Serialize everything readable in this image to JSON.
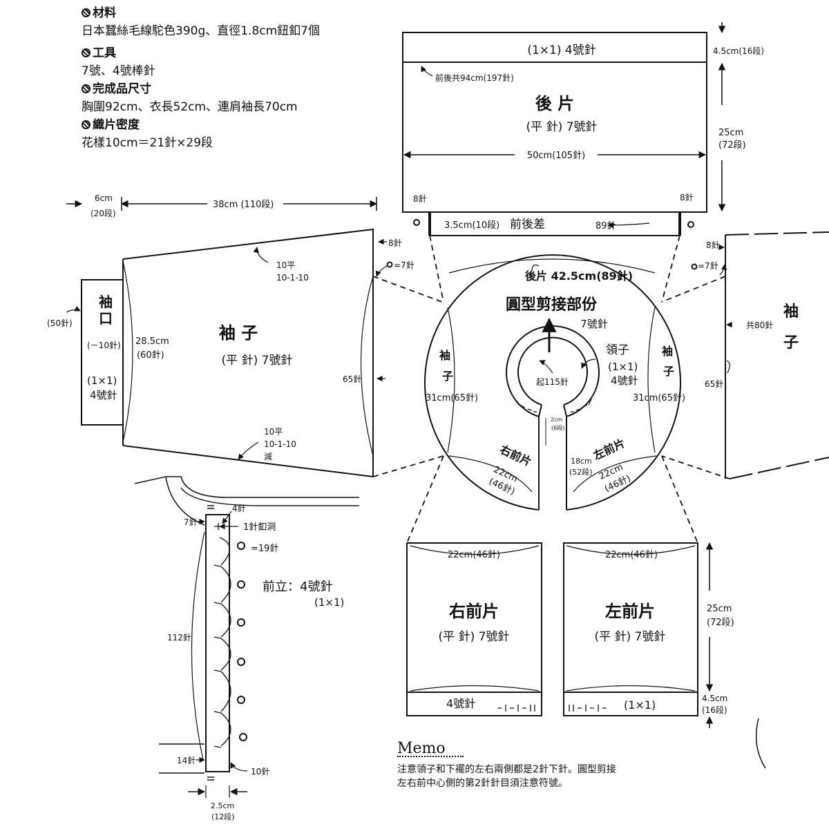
{
  "info": {
    "materials_h": "材料",
    "materials": "日本蠶絲毛線駝色390g、直徑1.8cm鈕釦7個",
    "tools_h": "工具",
    "tools": "7號、4號棒針",
    "size_h": "完成品尺寸",
    "size": "胸圍92cm、衣長52cm、連肩袖長70cm",
    "gauge_h": "織片密度",
    "gauge": "花樣10cm＝21針×29段"
  },
  "back": {
    "rib": "(1×1) 4號針",
    "rib_h": "4.5cm(16段)",
    "total": "前後共94cm(197針)",
    "title": "後 片",
    "stitch": "(平 針) 7號針",
    "width": "50cm(105針)",
    "height_a": "25cm",
    "height_b": "(72段)",
    "left8": "8針",
    "right8": "8針",
    "diff_h": "3.5cm(10段)",
    "diff": "前後差",
    "diff_st": "89針"
  },
  "sleeve_l": {
    "cuff_w_a": "6cm",
    "cuff_w_b": "(20段)",
    "len": "38cm (110段)",
    "cuff_a": "袖",
    "cuff_b": "口",
    "cuff_sts": "(50針)",
    "cuff_dec": "(－10針)",
    "cuff_rib_a": "(1×1)",
    "cuff_rib_b": "4號針",
    "w_a": "28.5cm",
    "w_b": "(60針)",
    "title": "袖 子",
    "stitch": "(平 針) 7號針",
    "top_a": "10平",
    "top_b": "10-1-10",
    "bot_a": "10平",
    "bot_b": "10-1-10",
    "bot_c": "減",
    "top8": "8針",
    "eq7": "=7針",
    "s65": "65針"
  },
  "yoke": {
    "back": "後片 42.5cm(89針)",
    "title": "圓型剪接部份",
    "needle": "7號針",
    "collar_a": "領子",
    "collar_b": "(1×1)",
    "collar_c": "4號針",
    "start": "起115針",
    "sl_a": "袖",
    "sl_b": "子",
    "sl_w": "31cm(65針)",
    "sr_a": "袖",
    "sr_b": "子",
    "sr_w": "31cm(65針)",
    "gap_a": "2cm",
    "gap_b": "(6段)",
    "rf": "右前片",
    "rf_w_a": "22cm",
    "rf_w_b": "(46針)",
    "lf": "左前片",
    "lf_w_a": "22cm",
    "lf_w_b": "(46針)",
    "depth_a": "18cm",
    "depth_b": "(52段)"
  },
  "sleeve_r": {
    "top8": "8針",
    "eq7": "=7針",
    "total": "共80針",
    "s65": "65針",
    "title_a": "袖",
    "title_b": "子"
  },
  "front_r": {
    "w": "22cm(46針)",
    "title": "右前片",
    "stitch": "(平 針) 7號針",
    "needle": "4號針"
  },
  "front_l": {
    "w": "22cm(46針)",
    "title": "左前片",
    "stitch": "(平 針) 7號針",
    "rib": "(1×1)",
    "h_a": "25cm",
    "h_b": "(72段)",
    "rib_h_a": "4.5cm",
    "rib_h_b": "(16段)"
  },
  "band": {
    "s4": "4針",
    "s7": "7針",
    "hole": "1針釦洞",
    "eq19": "=19針",
    "title": "前立：4號針",
    "rib": "(1×1)",
    "s112": "112針",
    "s14": "14針",
    "s10": "10針",
    "w_a": "2.5cm",
    "w_b": "(12段)"
  },
  "memo": {
    "title": "Memo",
    "line1": "注意領子和下襬的左右兩側都是2針下針。圓型剪接",
    "line2": "左右前中心側的第2針針目須注意符號。"
  }
}
